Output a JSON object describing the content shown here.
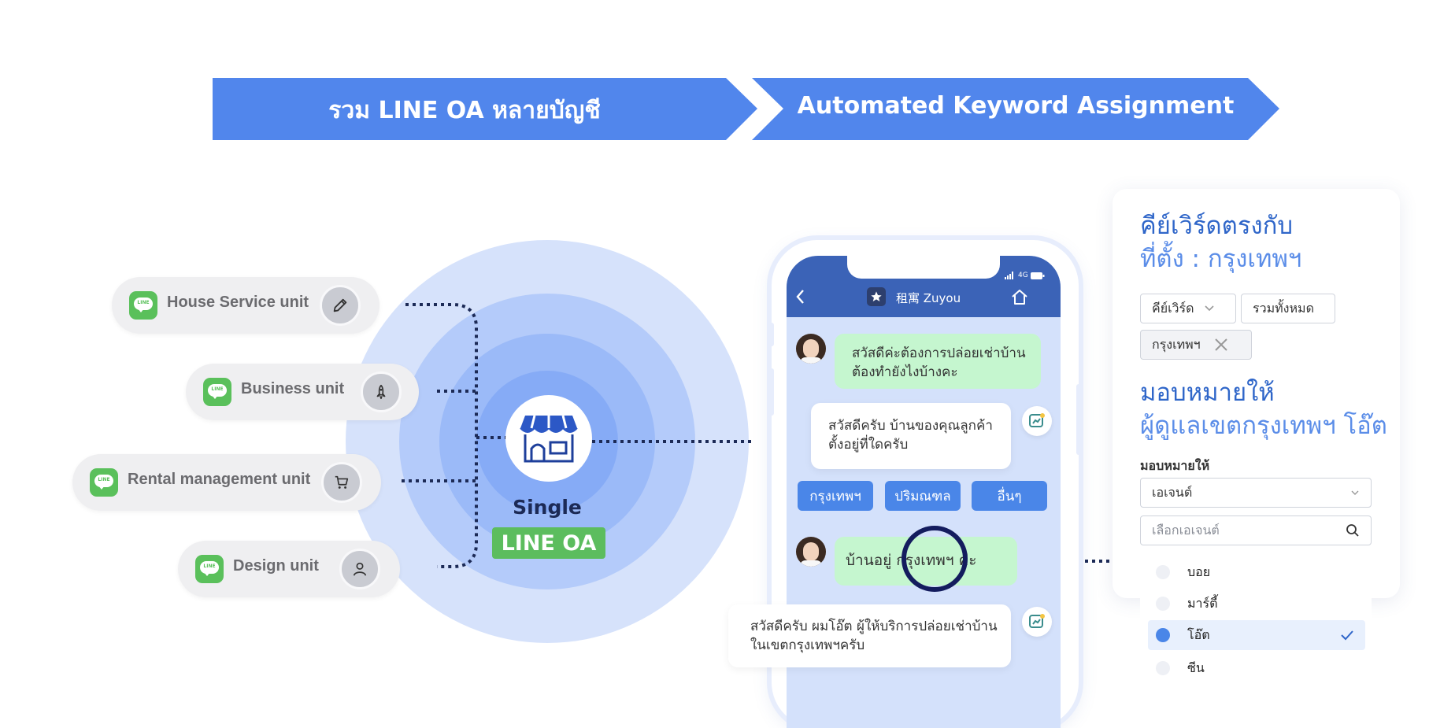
{
  "banner": {
    "step1": "รวม LINE OA หลายบัญชี",
    "step2": "Automated Keyword Assignment",
    "color": "#5186ec"
  },
  "units": [
    {
      "label": "House Service unit",
      "logo_text": "LINE",
      "icon": "pencil-icon"
    },
    {
      "label": "Business unit",
      "logo_text": "LINE",
      "icon": "rocket-icon"
    },
    {
      "label": "Rental management unit",
      "logo_text": "LINE",
      "icon": "cart-icon"
    },
    {
      "label": "Design unit",
      "logo_text": "LINE",
      "icon": "user-icon"
    }
  ],
  "center": {
    "line1": "Single",
    "line2": "LINE OA",
    "icon": "store-icon"
  },
  "phone": {
    "status": "4G",
    "title": "租寓 Zuyou",
    "messages": {
      "m1": "สวัสดีค่ะต้องการปล่อยเช่าบ้าน ต้องทำยังไงบ้างคะ",
      "m2": "สวัสดีครับ บ้านของคุณลูกค้า ตั้งอยู่ที่ใดครับ",
      "m3": "บ้านอยู่ กรุงเทพฯ ค่ะ",
      "m4": "สวัสดีครับ ผมโอ๊ต ผู้ให้บริการปล่อยเช่าบ้าน ในเขตกรุงเทพฯครับ"
    },
    "quick_replies": [
      "กรุงเทพฯ",
      "ปริมณฑล",
      "อื่นๆ"
    ]
  },
  "panel": {
    "heading1_line1": "คีย์เวิร์ดตรงกับ",
    "heading1_line2": "ที่ตั้ง : กรุงเทพฯ",
    "keyword_select": "คีย์เวิร์ด",
    "scope_chip": "รวมทั้งหมด",
    "tag": "กรุงเทพฯ",
    "heading2_line1": "มอบหมายให้",
    "heading2_line2": "ผู้ดูแลเขตกรุงเทพฯ โอ๊ต",
    "assign_label": "มอบหมายให้",
    "agent_select": "เอเจนต์",
    "search_placeholder": "เลือกเอเจนต์",
    "agents": [
      "บอย",
      "มาร์ตี้",
      "โอ๊ต",
      "ซีน"
    ],
    "selected_agent": "โอ๊ต",
    "accent": "#2f66c9"
  }
}
